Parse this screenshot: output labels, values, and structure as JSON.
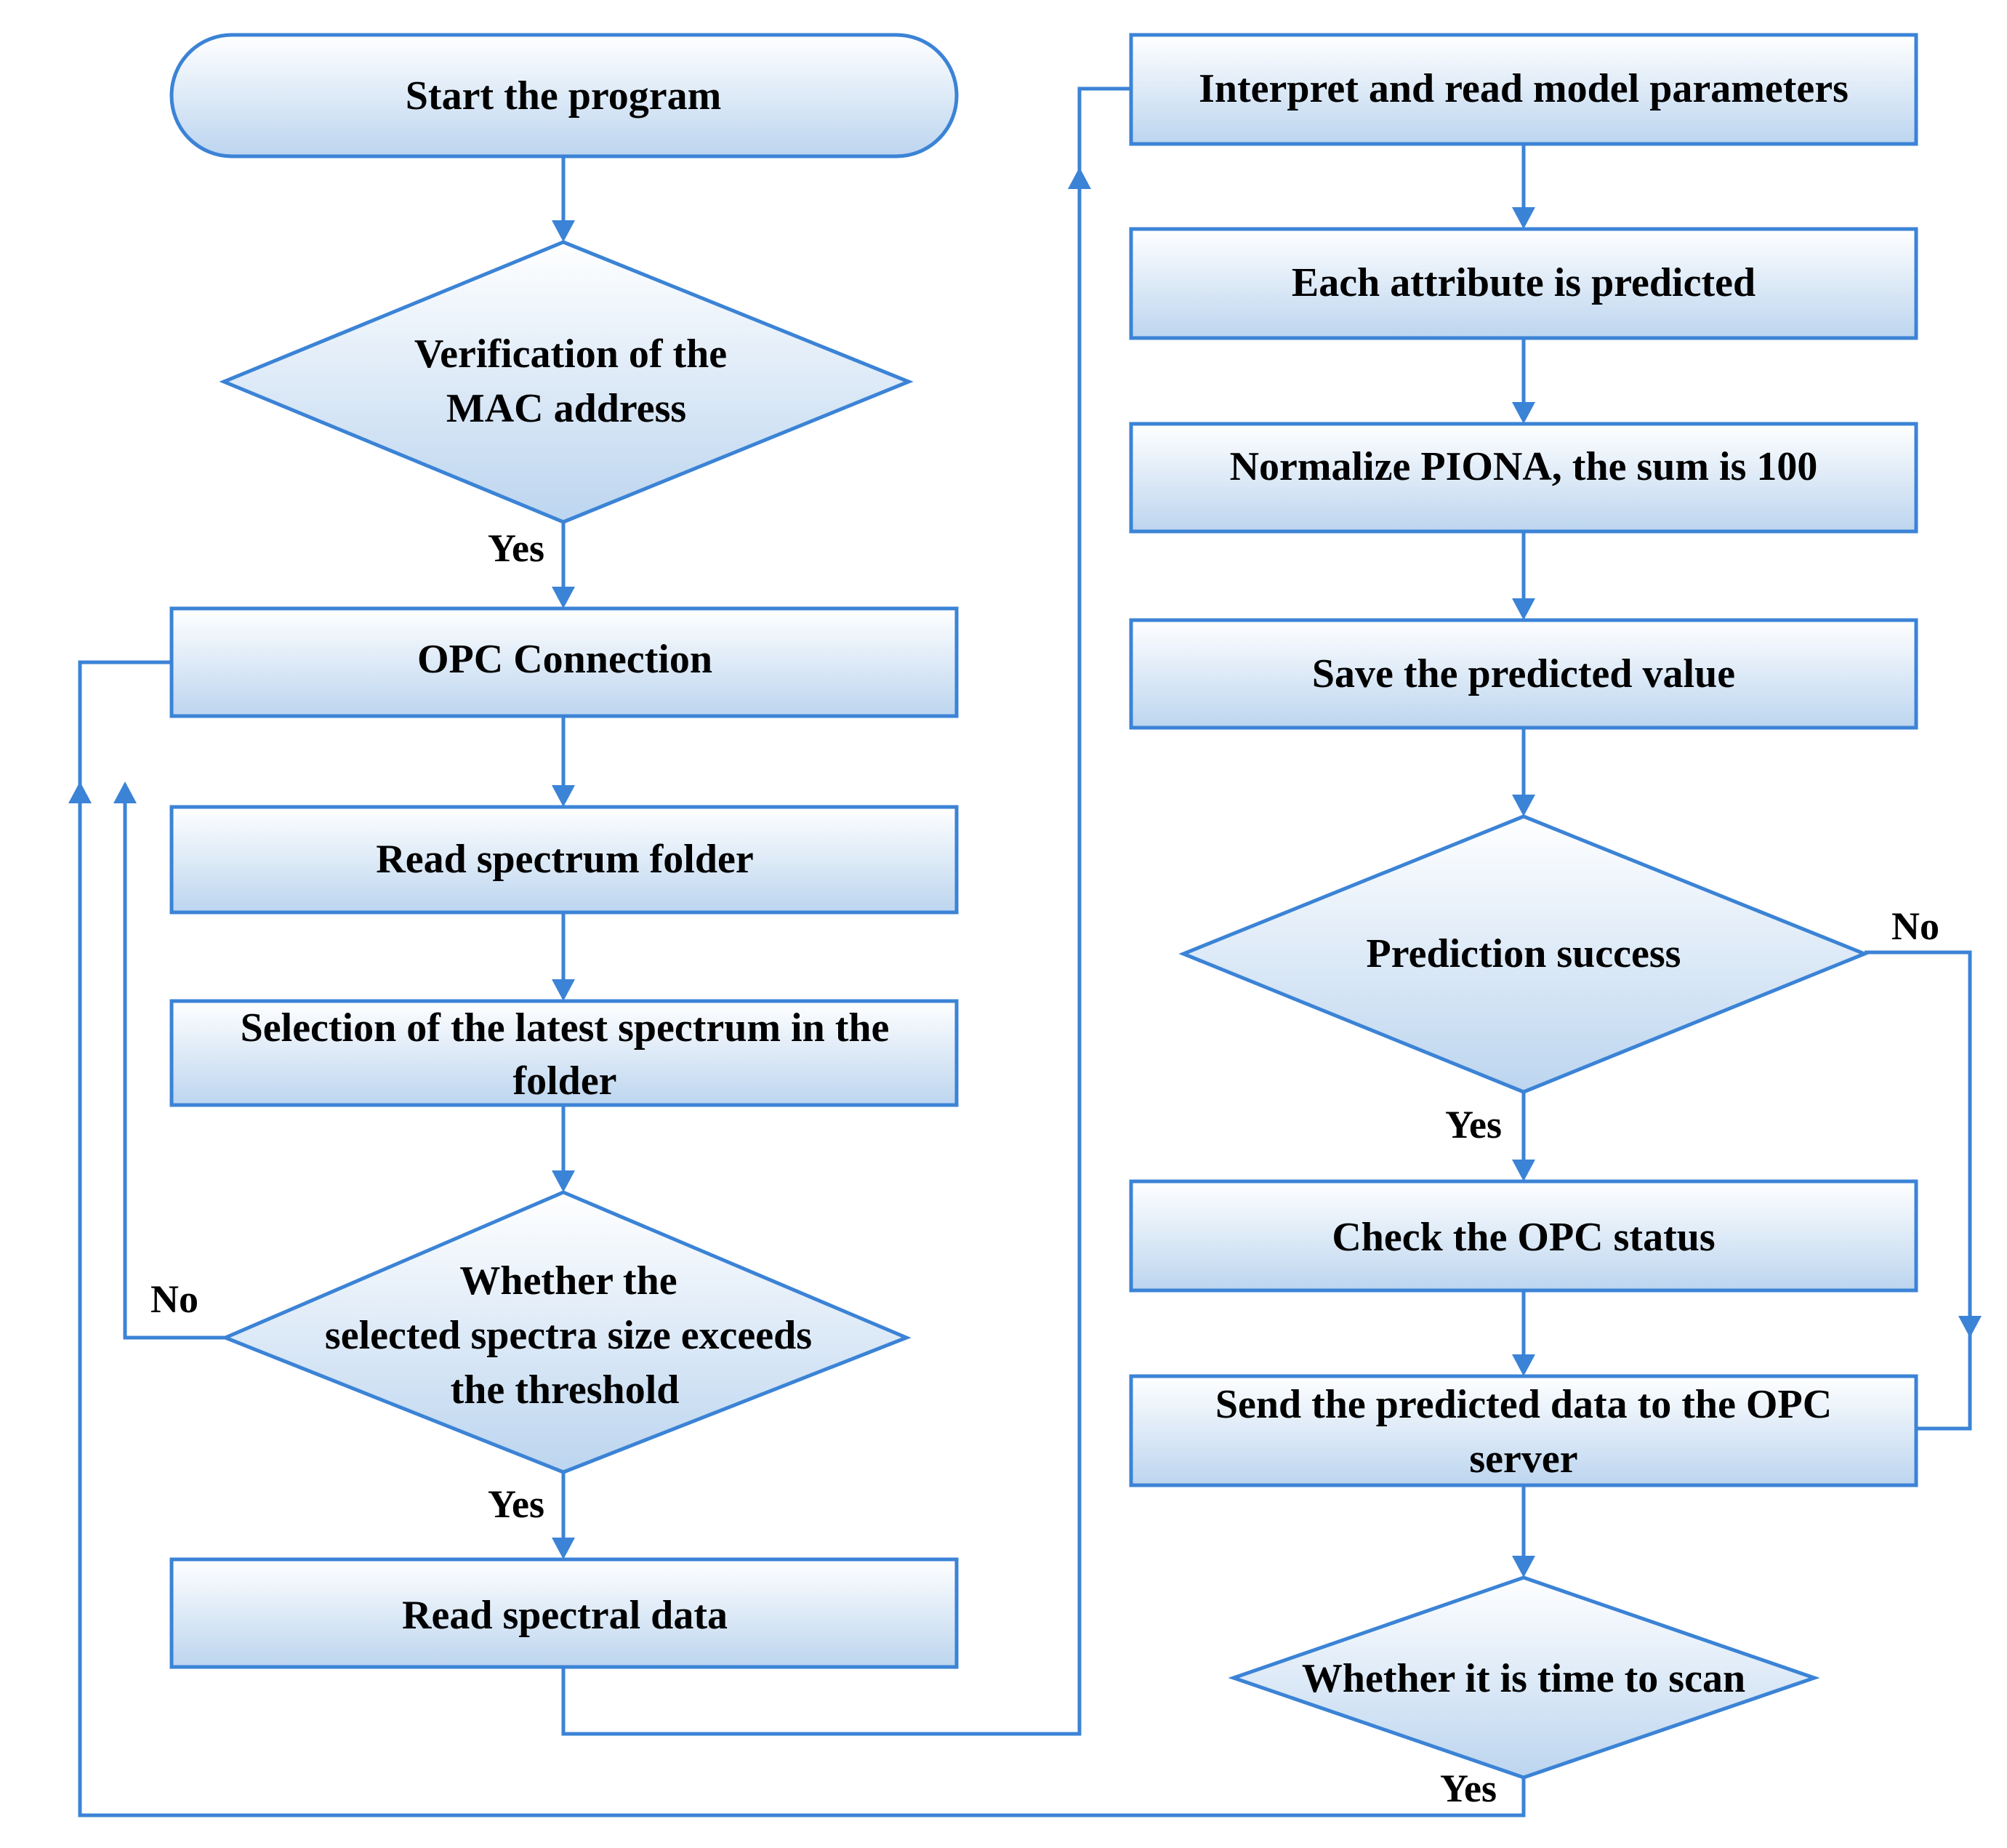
{
  "colors": {
    "line": "#3b83d6",
    "fill_light": "#ffffff",
    "fill_dark": "#bcd5ef",
    "text": "#000000"
  },
  "nodes": {
    "start": {
      "shape": "terminator",
      "lines": [
        "Start the program"
      ]
    },
    "verify_mac": {
      "shape": "decision",
      "lines": [
        "Verification of the",
        "MAC address"
      ]
    },
    "opc_connection": {
      "shape": "process",
      "lines": [
        "OPC Connection"
      ]
    },
    "read_folder": {
      "shape": "process",
      "lines": [
        "Read spectrum folder"
      ]
    },
    "select_latest": {
      "shape": "process",
      "lines": [
        "Selection of the latest spectrum in the",
        "folder"
      ]
    },
    "size_check": {
      "shape": "decision",
      "lines": [
        "Whether the",
        "selected spectra  size exceeds",
        "the threshold"
      ]
    },
    "read_spectral": {
      "shape": "process",
      "lines": [
        "Read spectral data"
      ]
    },
    "interpret_params": {
      "shape": "process",
      "lines": [
        "Interpret and read model parameters"
      ]
    },
    "predict_attr": {
      "shape": "process",
      "lines": [
        "Each attribute is predicted"
      ]
    },
    "normalize": {
      "shape": "process",
      "lines": [
        "Normalize PIONA, the sum is 100"
      ]
    },
    "save_value": {
      "shape": "process",
      "lines": [
        "Save the predicted value"
      ]
    },
    "pred_success": {
      "shape": "decision",
      "lines": [
        "Prediction success"
      ]
    },
    "check_opc": {
      "shape": "process",
      "lines": [
        "Check the OPC status"
      ]
    },
    "send_data": {
      "shape": "process",
      "lines": [
        "Send the predicted data to the OPC",
        "server"
      ]
    },
    "time_to_scan": {
      "shape": "decision",
      "lines": [
        "Whether it is time to scan"
      ]
    }
  },
  "edges": [
    {
      "id": "e1",
      "from": "start",
      "to": "verify_mac",
      "label": ""
    },
    {
      "id": "e2",
      "from": "verify_mac",
      "to": "opc_connection",
      "label": "Yes"
    },
    {
      "id": "e3",
      "from": "opc_connection",
      "to": "read_folder",
      "label": ""
    },
    {
      "id": "e4",
      "from": "read_folder",
      "to": "select_latest",
      "label": ""
    },
    {
      "id": "e5",
      "from": "select_latest",
      "to": "size_check",
      "label": ""
    },
    {
      "id": "e6",
      "from": "size_check",
      "to": "read_spectral",
      "label": "Yes"
    },
    {
      "id": "e7",
      "from": "size_check",
      "to": "opc_connection",
      "label": "No"
    },
    {
      "id": "e8",
      "from": "read_spectral",
      "to": "interpret_params",
      "label": ""
    },
    {
      "id": "e9",
      "from": "interpret_params",
      "to": "predict_attr",
      "label": ""
    },
    {
      "id": "e10",
      "from": "predict_attr",
      "to": "normalize",
      "label": ""
    },
    {
      "id": "e11",
      "from": "normalize",
      "to": "save_value",
      "label": ""
    },
    {
      "id": "e12",
      "from": "save_value",
      "to": "pred_success",
      "label": ""
    },
    {
      "id": "e13",
      "from": "pred_success",
      "to": "check_opc",
      "label": "Yes"
    },
    {
      "id": "e14",
      "from": "pred_success",
      "to": "send_data",
      "label": "No"
    },
    {
      "id": "e15",
      "from": "check_opc",
      "to": "send_data",
      "label": ""
    },
    {
      "id": "e16",
      "from": "send_data",
      "to": "time_to_scan",
      "label": ""
    },
    {
      "id": "e17",
      "from": "time_to_scan",
      "to": "opc_connection",
      "label": "Yes"
    }
  ]
}
